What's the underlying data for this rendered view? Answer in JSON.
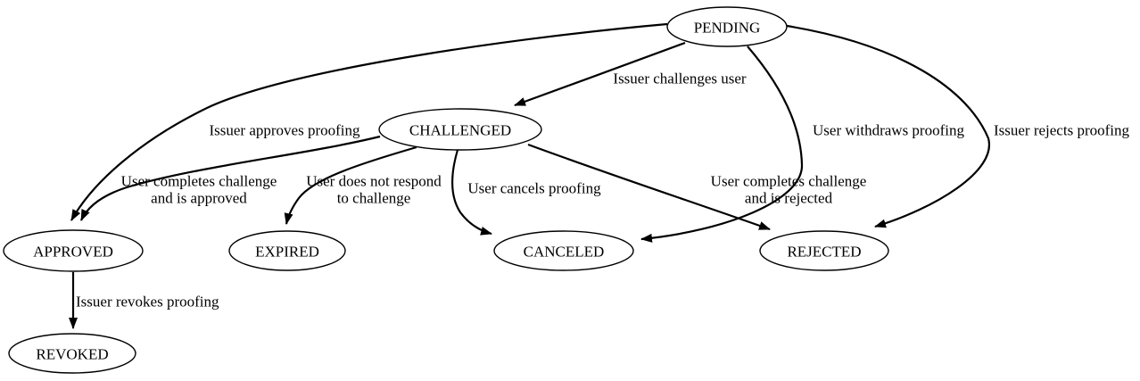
{
  "diagram": {
    "type": "state-transition-graph",
    "background": "#ffffff",
    "stroke_color": "#000000",
    "node_fill": "#ffffff",
    "text_color": "#000000",
    "nodes": [
      {
        "id": "pending",
        "label": "PENDING"
      },
      {
        "id": "challenged",
        "label": "CHALLENGED"
      },
      {
        "id": "approved",
        "label": "APPROVED"
      },
      {
        "id": "expired",
        "label": "EXPIRED"
      },
      {
        "id": "canceled",
        "label": "CANCELED"
      },
      {
        "id": "rejected",
        "label": "REJECTED"
      },
      {
        "id": "revoked",
        "label": "REVOKED"
      }
    ],
    "edges": [
      {
        "from": "PENDING",
        "to": "CHALLENGED",
        "lines": [
          "Issuer challenges user"
        ]
      },
      {
        "from": "PENDING",
        "to": "APPROVED",
        "lines": [
          "Issuer approves proofing"
        ]
      },
      {
        "from": "PENDING",
        "to": "CANCELED",
        "lines": [
          "User withdraws proofing"
        ]
      },
      {
        "from": "PENDING",
        "to": "REJECTED",
        "lines": [
          "Issuer rejects proofing"
        ]
      },
      {
        "from": "CHALLENGED",
        "to": "APPROVED",
        "lines": [
          "User completes challenge",
          "and is approved"
        ]
      },
      {
        "from": "CHALLENGED",
        "to": "EXPIRED",
        "lines": [
          "User does not respond",
          "to challenge"
        ]
      },
      {
        "from": "CHALLENGED",
        "to": "CANCELED",
        "lines": [
          "User cancels proofing"
        ]
      },
      {
        "from": "CHALLENGED",
        "to": "REJECTED",
        "lines": [
          "User completes challenge",
          "and is rejected"
        ]
      },
      {
        "from": "APPROVED",
        "to": "REVOKED",
        "lines": [
          "Issuer revokes proofing"
        ]
      }
    ]
  }
}
